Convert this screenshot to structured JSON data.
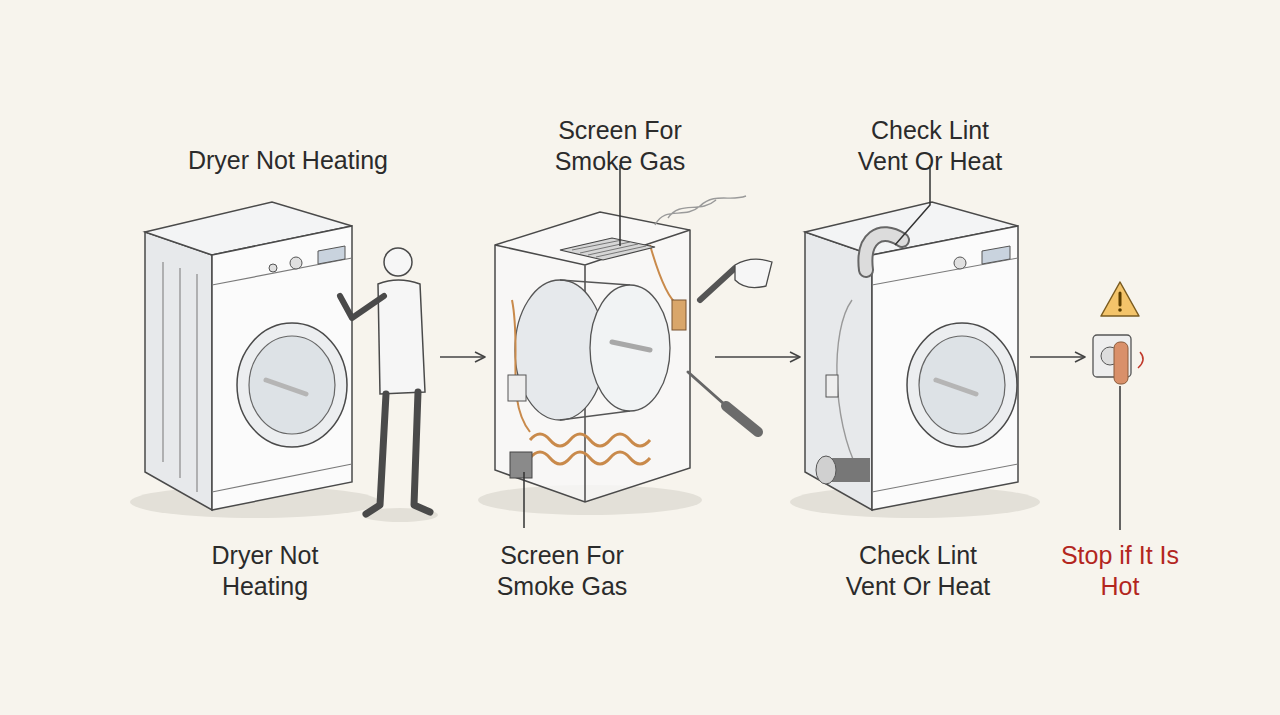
{
  "diagram": {
    "nodes": [
      {
        "text": [
          "Dryer Not Heating",
          "Dryer Not Heating"
        ]
      },
      {
        "text": [
          "Screen For Smoke Gas",
          "Screen For Smoke Gas"
        ]
      },
      {
        "text": [
          "Check Lint Vent Or Heat",
          "Check Lint Vent Or Heat"
        ]
      },
      {
        "text": [
          "Stop if It Is Hot"
        ]
      }
    ],
    "edges": [
      {
        "from": 0,
        "to": 1,
        "arrow": "to"
      },
      {
        "from": 1,
        "to": 2,
        "arrow": "to"
      },
      {
        "from": 2,
        "to": 3,
        "arrow": "to"
      }
    ]
  }
}
